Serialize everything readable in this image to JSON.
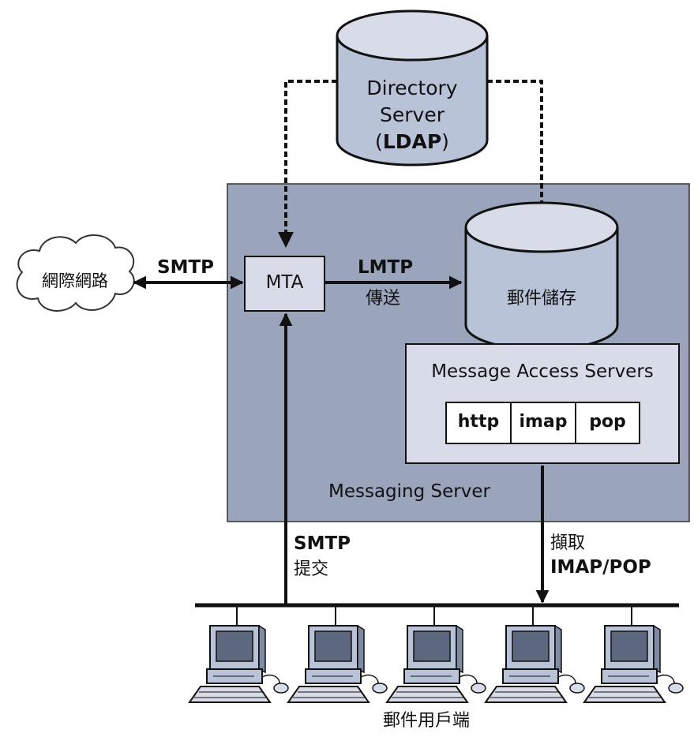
{
  "directory_server": {
    "line1": "Directory",
    "line2": "Server",
    "paren_open": "(",
    "bold": "LDAP",
    "paren_close": ")"
  },
  "messaging_server": {
    "label": "Messaging Server"
  },
  "internet": {
    "label": "網際網路"
  },
  "mta": {
    "label": "MTA"
  },
  "message_store": {
    "label": "郵件儲存"
  },
  "message_access": {
    "title": "Message Access Servers",
    "protocols": [
      "http",
      "imap",
      "pop"
    ]
  },
  "edges": {
    "internet_mta": {
      "label": "SMTP"
    },
    "mta_store": {
      "protocol": "LMTP",
      "action": "傳送"
    },
    "client_submit": {
      "protocol": "SMTP",
      "action": "提交"
    },
    "client_fetch": {
      "action": "擷取",
      "protocol": "IMAP/POP"
    }
  },
  "clients": {
    "label": "郵件用戶端",
    "count": 5
  },
  "colors": {
    "messaging_bg": "#9aa5bc",
    "box_fill": "#d7dce8",
    "cylinder_body": "#b9c3d8",
    "cylinder_top": "#d7dce8",
    "stroke": "#111111"
  }
}
